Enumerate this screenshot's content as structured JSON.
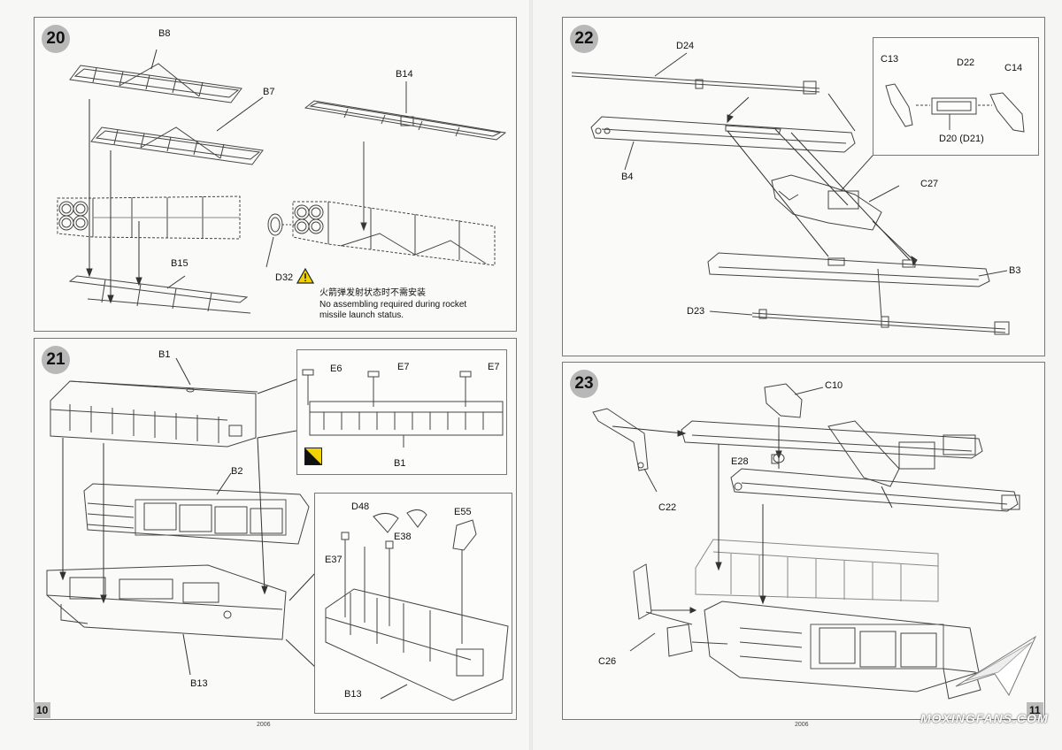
{
  "pages": {
    "left_number": "10",
    "right_number": "11",
    "left_code": "2006",
    "right_code": "2006"
  },
  "step20": {
    "number": "20",
    "labels": {
      "b8": "B8",
      "b7": "B7",
      "b14": "B14",
      "b15": "B15",
      "d32": "D32"
    },
    "note_cn": "火箭弹发射状态时不需安装",
    "note_en_1": "No assembling required during rocket",
    "note_en_2": "missile launch status."
  },
  "step21": {
    "number": "21",
    "labels": {
      "b1": "B1",
      "b2": "B2",
      "b13": "B13",
      "b13_detail": "B13",
      "e6": "E6",
      "e7a": "E7",
      "e7b": "E7",
      "b1_detail": "B1",
      "d48": "D48",
      "e55": "E55",
      "e38": "E38",
      "e37": "E37"
    }
  },
  "step22": {
    "number": "22",
    "labels": {
      "d24": "D24",
      "b4": "B4",
      "c13": "C13",
      "d22": "D22",
      "c14": "C14",
      "d20": "D20 (D21)",
      "c27": "C27",
      "b3": "B3",
      "d23": "D23"
    }
  },
  "step23": {
    "number": "23",
    "labels": {
      "c10": "C10",
      "e28": "E28",
      "c22": "C22",
      "c26": "C26"
    }
  },
  "watermark": "MOXINGFANS.COM",
  "icons": {
    "warning": "warning-triangle-icon",
    "paint": "paint-swatch-icon"
  }
}
